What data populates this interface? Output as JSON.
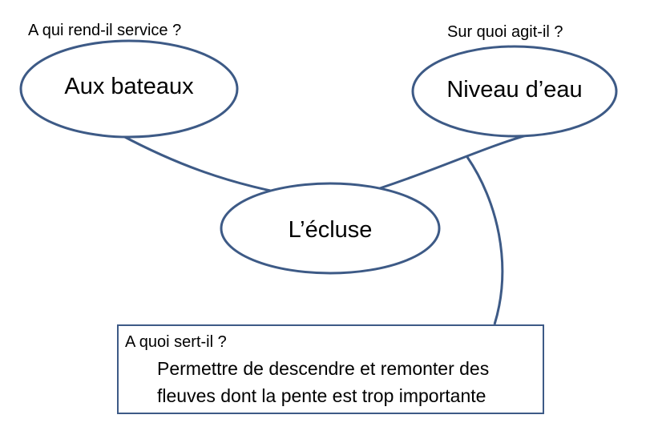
{
  "questions": {
    "service": "A qui rend-il service ?",
    "action": "Sur quoi agit-il ?",
    "purpose": "A quoi sert-il ?"
  },
  "nodes": {
    "boats": "Aux bateaux",
    "water_level": "Niveau d’eau",
    "lock": "L’écluse"
  },
  "answer": {
    "line1": "Permettre de descendre et remonter des",
    "line2": "fleuves dont la pente est trop importante"
  },
  "colors": {
    "outline": "#3d5a86",
    "text": "#000000",
    "background": "#ffffff"
  }
}
